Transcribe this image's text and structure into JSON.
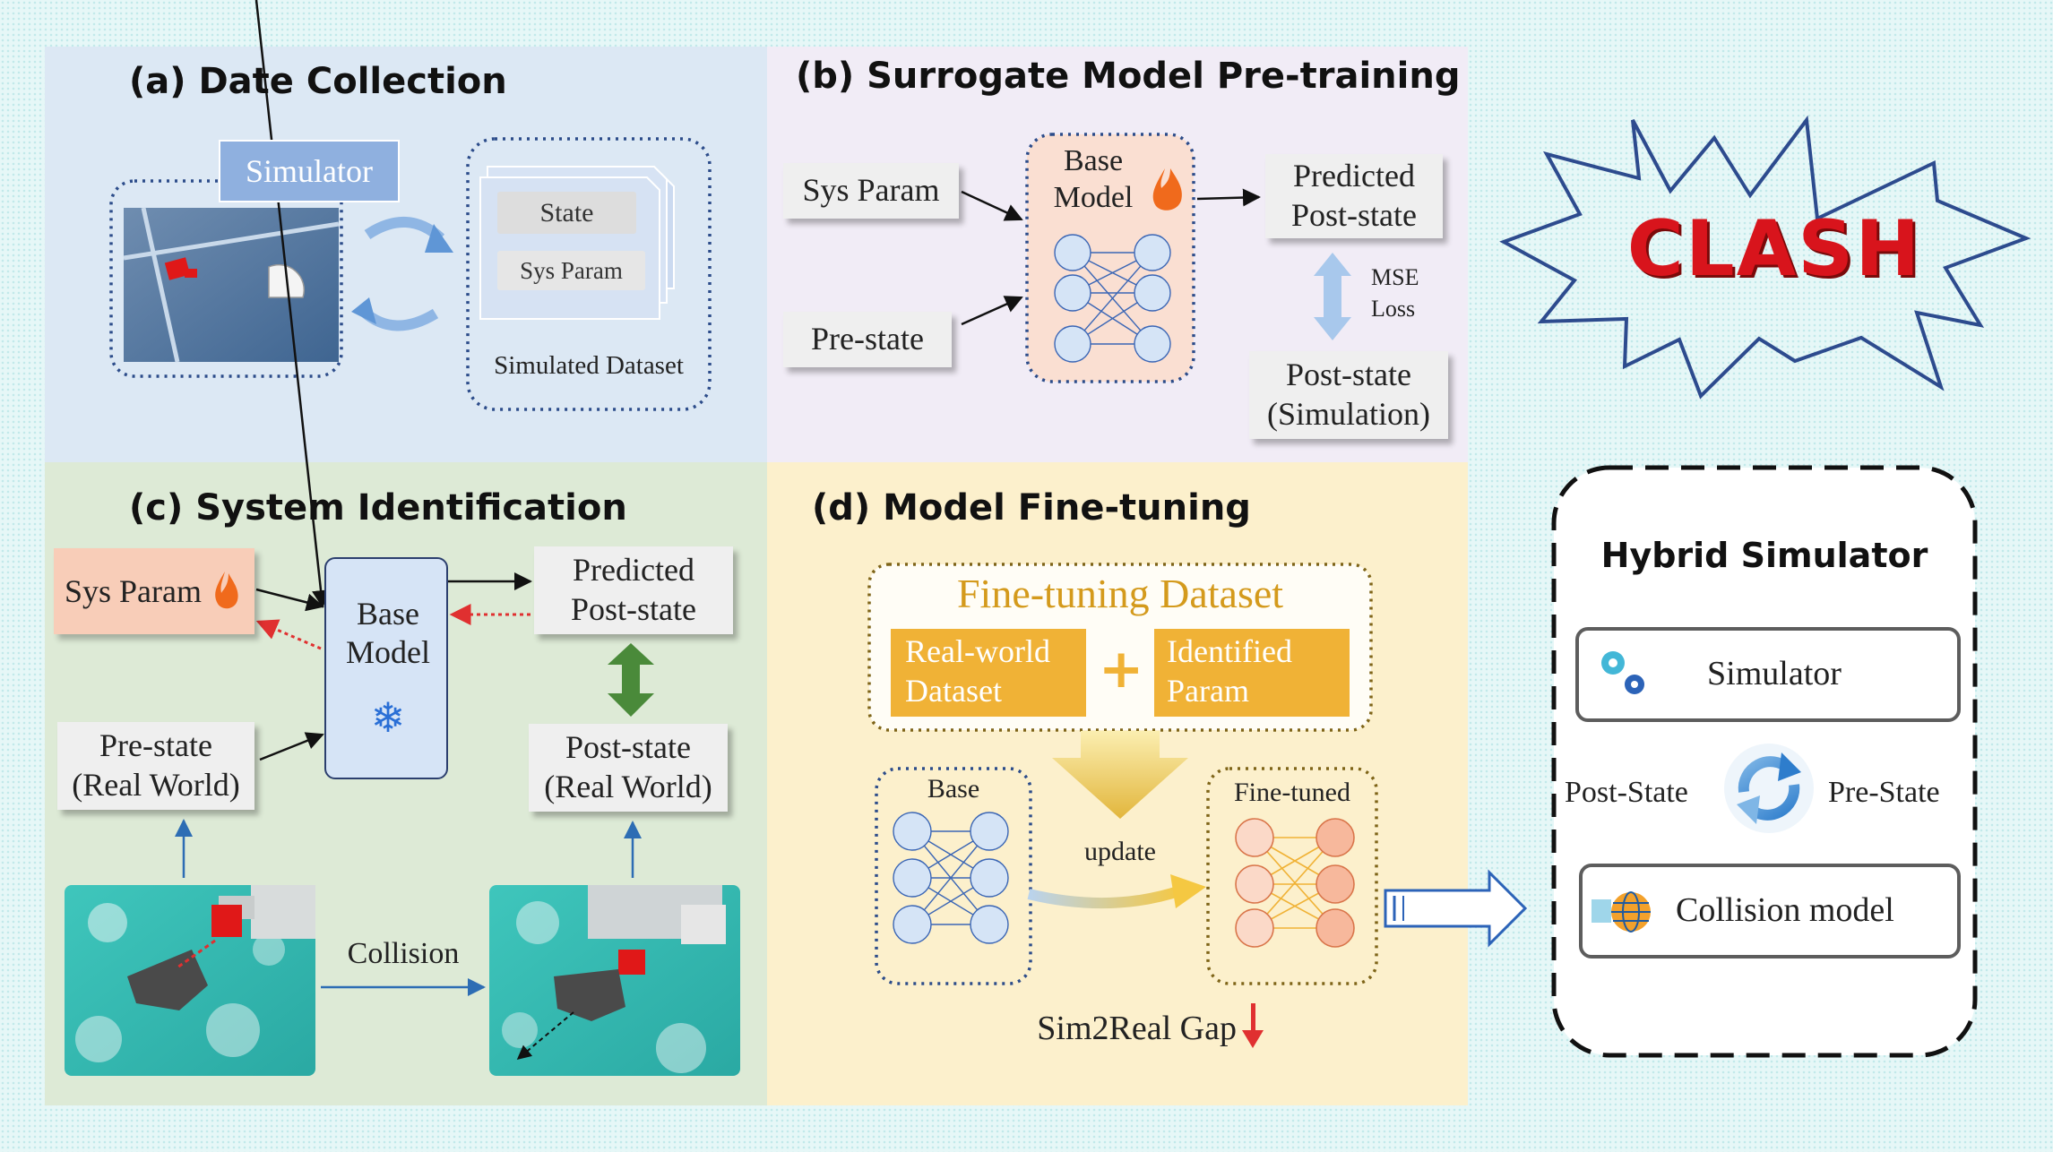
{
  "panels": {
    "a": {
      "title": "(a) Date Collection",
      "simulator_label": "Simulator",
      "state_label": "State",
      "sys_param_label": "Sys Param",
      "dataset_caption": "Simulated Dataset"
    },
    "b": {
      "title": "(b) Surrogate Model Pre-training",
      "sys_param": "Sys Param",
      "pre_state": "Pre-state",
      "base_model": "Base\nModel",
      "predicted": "Predicted\nPost-state",
      "mse_loss": "MSE\nLoss",
      "post_state_sim": "Post-state\n(Simulation)"
    },
    "c": {
      "title": "(c) System Identification",
      "sys_param": "Sys Param",
      "base_model": "Base\nModel",
      "predicted": "Predicted\nPost-state",
      "pre_state": "Pre-state\n(Real World)",
      "post_state": "Post-state\n(Real World)",
      "collision": "Collision"
    },
    "d": {
      "title": "(d) Model Fine-tuning",
      "dataset_title": "Fine-tuning Dataset",
      "real_world": "Real-world\nDataset",
      "plus": "+",
      "identified": "Identified\nParam",
      "base": "Base",
      "fine_tuned": "Fine-tuned",
      "update": "update",
      "gap": "Sim2Real Gap"
    }
  },
  "clash": {
    "text": "CLASH"
  },
  "hybrid": {
    "title": "Hybrid Simulator",
    "simulator": "Simulator",
    "post_state": "Post-State",
    "pre_state": "Pre-State",
    "collision_model": "Collision model"
  },
  "colors": {
    "panel_a": "#dce8f4",
    "panel_b": "#f1ecf6",
    "panel_c": "#ddead6",
    "panel_d": "#fcf0cc",
    "accent_orange": "#f0b236",
    "clash_red": "#d8141c"
  }
}
